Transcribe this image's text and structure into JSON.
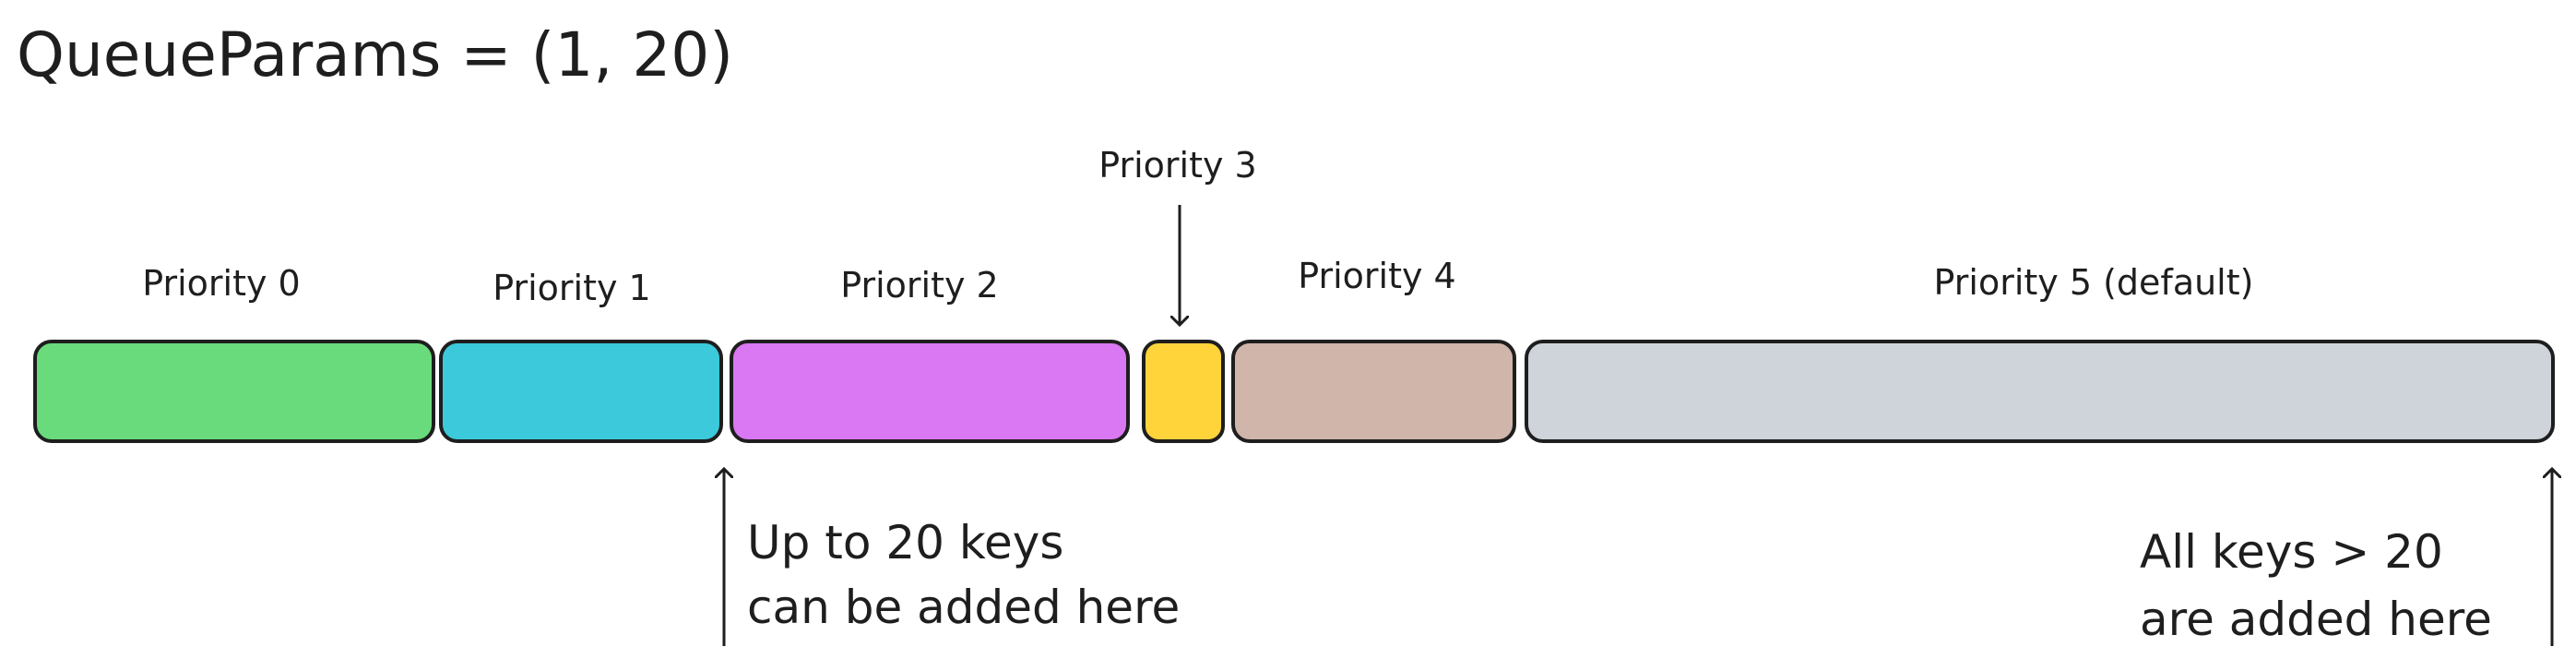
{
  "title": "QueueParams = (1, 20)",
  "stroke_color": "#1e1e1e",
  "segments": [
    {
      "label": "Priority 0",
      "color": "#69db7c"
    },
    {
      "label": "Priority 1",
      "color": "#3bc9db"
    },
    {
      "label": "Priority 2",
      "color": "#da77f2"
    },
    {
      "label": "Priority 3",
      "color": "#ffd43b"
    },
    {
      "label": "Priority 4",
      "color": "#d0b5aa"
    },
    {
      "label": "Priority 5 (default)",
      "color": "#ced4da"
    }
  ],
  "annotations": {
    "up_to_line1": "Up to 20 keys",
    "up_to_line2": "can be added here",
    "all_keys_line1": "All keys > 20",
    "all_keys_line2": "are added here"
  }
}
